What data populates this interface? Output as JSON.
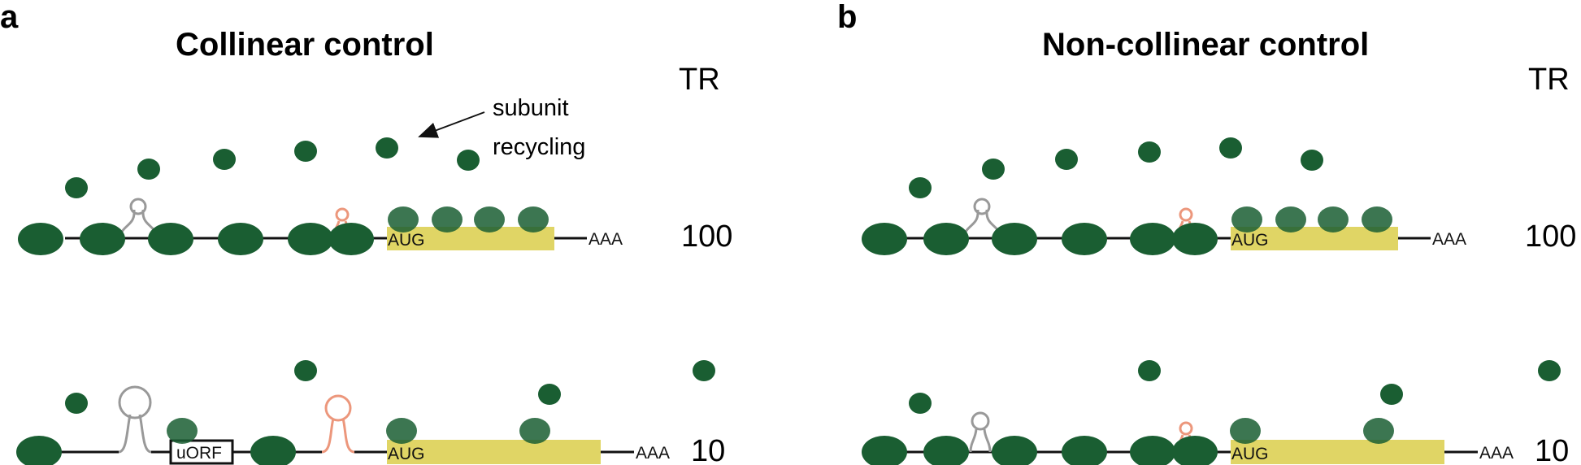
{
  "colors": {
    "ribosome": "#1a5e32",
    "orf": "#e0d565",
    "hairpin_gray": "#999999",
    "hairpin_salmon": "#ec977c",
    "line": "#111111"
  },
  "panel_a": {
    "letter": "a",
    "title": "Collinear control",
    "tr_header": "TR",
    "annotation_line1": "subunit",
    "annotation_line2": "recycling",
    "row1": {
      "start_codon": "AUG",
      "polyA": "AAA",
      "tr_value": "100"
    },
    "row2": {
      "start_codon": "AUG",
      "polyA": "AAA",
      "tr_value": "10",
      "uorf_label": "uORF"
    }
  },
  "panel_b": {
    "letter": "b",
    "title": "Non-collinear control",
    "tr_header": "TR",
    "row1": {
      "start_codon": "AUG",
      "polyA": "AAA",
      "tr_value": "100"
    },
    "row2": {
      "start_codon": "AUG",
      "polyA": "AAA",
      "tr_value": "10"
    }
  }
}
